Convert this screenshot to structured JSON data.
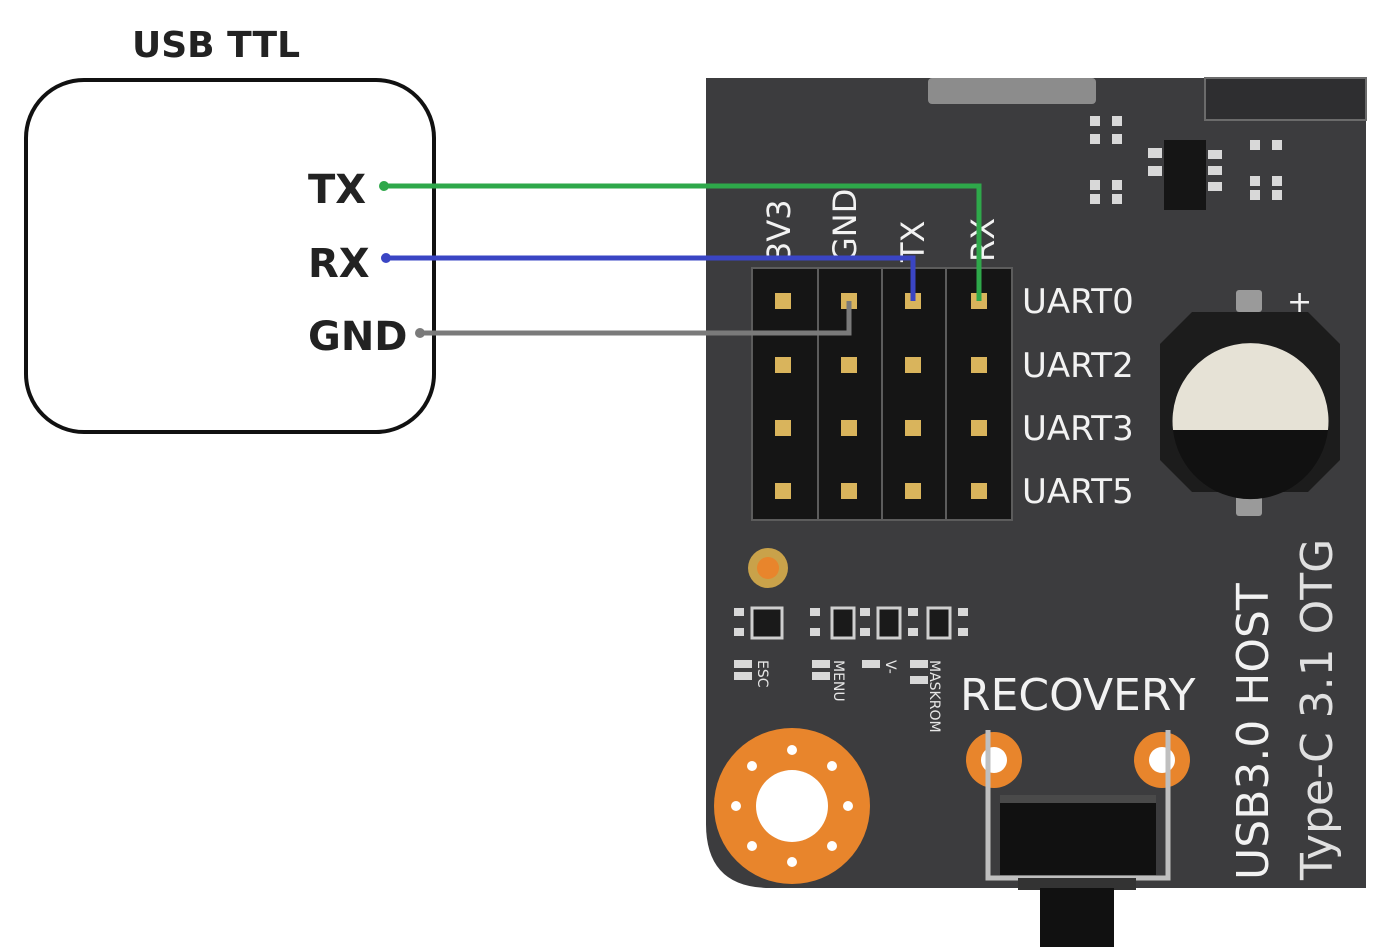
{
  "usb_ttl": {
    "title": "USB TTL",
    "pins": [
      "TX",
      "RX",
      "GND"
    ]
  },
  "board": {
    "header_columns": [
      "3V3",
      "GND",
      "TX",
      "RX"
    ],
    "uart_rows": [
      "UART0",
      "UART2",
      "UART3",
      "UART5"
    ],
    "battery_plus": "+",
    "button_labels": [
      "ESC",
      "MENU",
      "V-",
      "MASKROM"
    ],
    "recovery_label": "RECOVERY",
    "usb_host_label": "USB3.0 HOST",
    "usb_otg_label": "Type-C 3.1 OTG"
  },
  "wires": [
    {
      "from": "TX",
      "to": "RX",
      "color": "#2ea84a"
    },
    {
      "from": "RX",
      "to": "TX",
      "color": "#3a45c4"
    },
    {
      "from": "GND",
      "to": "GND",
      "color": "#7a7a7a"
    }
  ],
  "colors": {
    "board": "#3c3c3e",
    "header_body": "#151515",
    "pin_pad": "#d9b45c",
    "orange_pad": "#e8852c"
  }
}
